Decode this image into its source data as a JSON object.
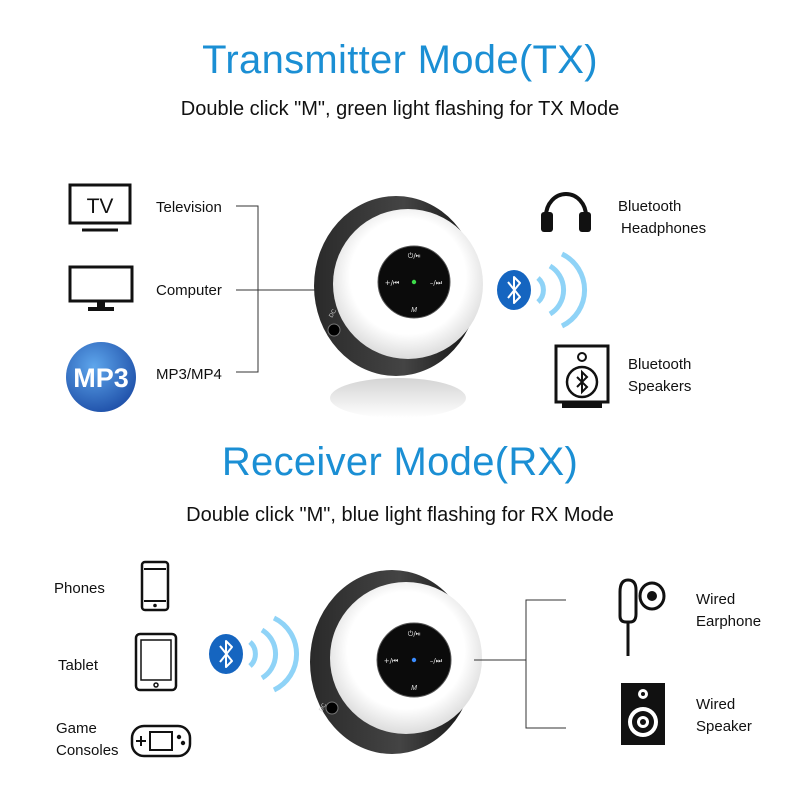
{
  "tx": {
    "title": "Transmitter Mode(TX)",
    "subtitle": "Double click \"M\", green light flashing for TX Mode",
    "sources": [
      {
        "label": "Television",
        "icon": "tv-icon",
        "icon_text": "TV"
      },
      {
        "label": "Computer",
        "icon": "monitor-icon"
      },
      {
        "label": "MP3/MP4",
        "icon": "mp3-icon",
        "icon_text": "MP3"
      }
    ],
    "outputs": [
      {
        "line1": "Bluetooth",
        "line2": "Headphones",
        "icon": "headphones-icon"
      },
      {
        "line1": "Bluetooth",
        "line2": "Speakers",
        "icon": "bluetooth-speaker-icon"
      }
    ],
    "led_color": "#3ddc4a"
  },
  "rx": {
    "title": "Receiver Mode(RX)",
    "subtitle": "Double click \"M\", blue light flashing for RX Mode",
    "sources": [
      {
        "label": "Phones",
        "icon": "phone-icon"
      },
      {
        "label": "Tablet",
        "icon": "tablet-icon"
      },
      {
        "line1": "Game",
        "line2": "Consoles",
        "icon": "game-console-icon"
      }
    ],
    "outputs": [
      {
        "line1": "Wired",
        "line2": "Earphone",
        "icon": "earphone-icon"
      },
      {
        "line1": "Wired",
        "line2": "Speaker",
        "icon": "speaker-icon"
      }
    ],
    "led_color": "#3a8cff"
  },
  "device": {
    "play_label": "⏻/⏯",
    "prev_label": "+/⏮",
    "next_label": "–/⏭",
    "mode_label": "M",
    "port_label": "DC"
  },
  "colors": {
    "title_blue": "#1b8fd4",
    "bluetooth_blue": "#1565c0",
    "wave_blue": "#8fd3f7"
  }
}
